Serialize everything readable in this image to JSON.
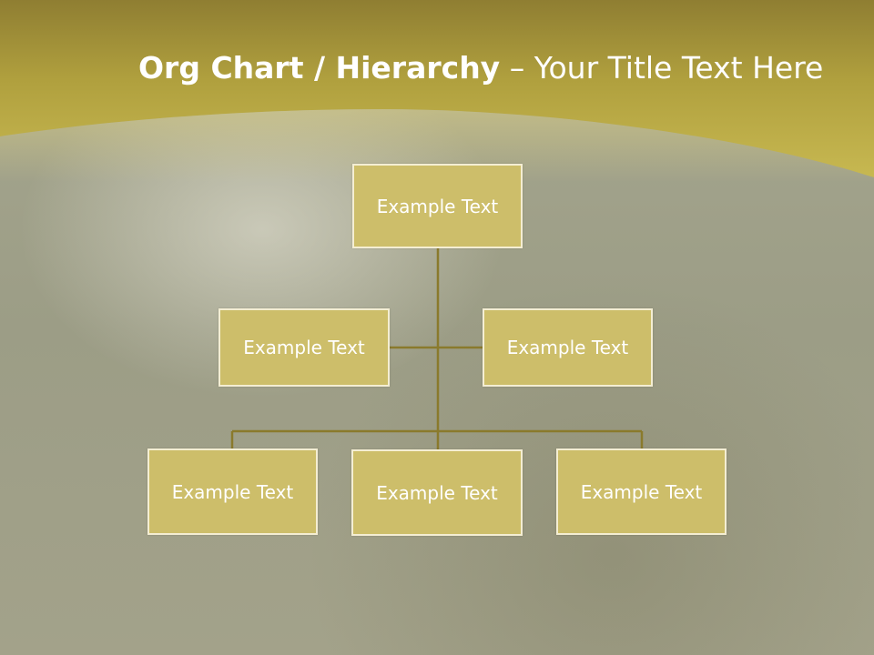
{
  "slide": {
    "title_bold": "Org Chart / Hierarchy",
    "title_separator": "–",
    "title_light": "Your Title Text Here"
  },
  "org_chart": {
    "root": {
      "label": "Example Text"
    },
    "assistants": [
      {
        "label": "Example Text"
      },
      {
        "label": "Example Text"
      }
    ],
    "subordinates": [
      {
        "label": "Example Text"
      },
      {
        "label": "Example Text"
      },
      {
        "label": "Example Text"
      }
    ]
  },
  "colors": {
    "header_gold": "#b8a842",
    "box_fill": "#cdbe6a",
    "box_border": "#f4eed3",
    "connector": "#8a7a2c",
    "text": "#ffffff"
  }
}
